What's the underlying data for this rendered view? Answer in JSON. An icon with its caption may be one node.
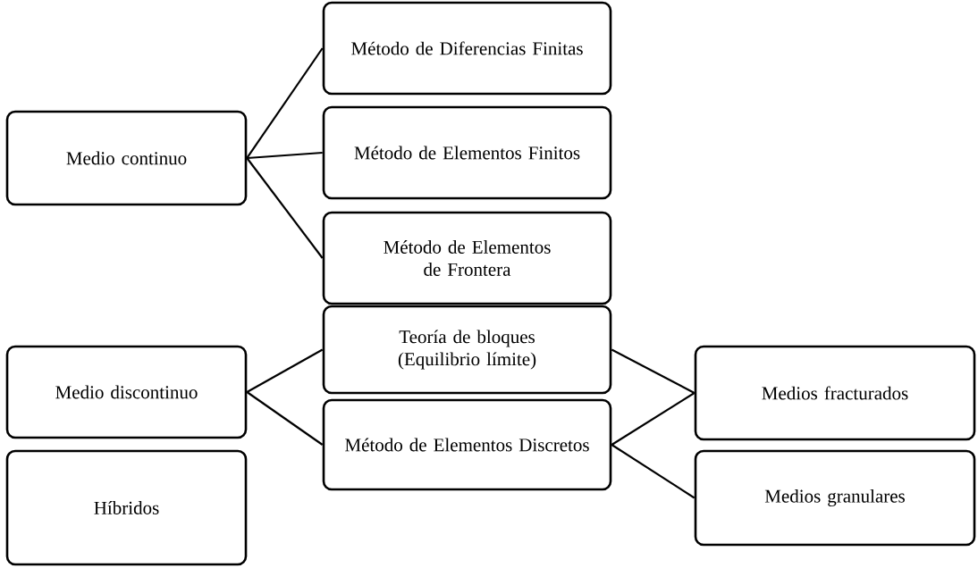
{
  "diagram": {
    "nodes": [
      {
        "text": [
          "Medio continuo"
        ]
      },
      {
        "text": [
          "Método de Diferencias Finitas"
        ]
      },
      {
        "text": [
          "Método de Elementos Finitos"
        ]
      },
      {
        "text": [
          "Método de Elementos de Frontera"
        ]
      },
      {
        "text": [
          "Medio discontinuo"
        ]
      },
      {
        "text": [
          "Teoría de bloques (Equilibrio límite)"
        ]
      },
      {
        "text": [
          "Método de Elementos Discretos"
        ]
      },
      {
        "text": [
          "Medios fracturados"
        ]
      },
      {
        "text": [
          "Híbridos"
        ]
      },
      {
        "text": [
          "Medios granulares"
        ]
      }
    ],
    "edges": [
      {
        "from": 0,
        "to": 1,
        "arrow": "none"
      },
      {
        "from": 0,
        "to": 2,
        "arrow": "none"
      },
      {
        "from": 0,
        "to": 3,
        "arrow": "none"
      },
      {
        "from": 4,
        "to": 5,
        "arrow": "none"
      },
      {
        "from": 4,
        "to": 6,
        "arrow": "none"
      },
      {
        "from": 5,
        "to": 7,
        "arrow": "none"
      },
      {
        "from": 6,
        "to": 7,
        "arrow": "none"
      },
      {
        "from": 6,
        "to": 9,
        "arrow": "none"
      }
    ]
  }
}
